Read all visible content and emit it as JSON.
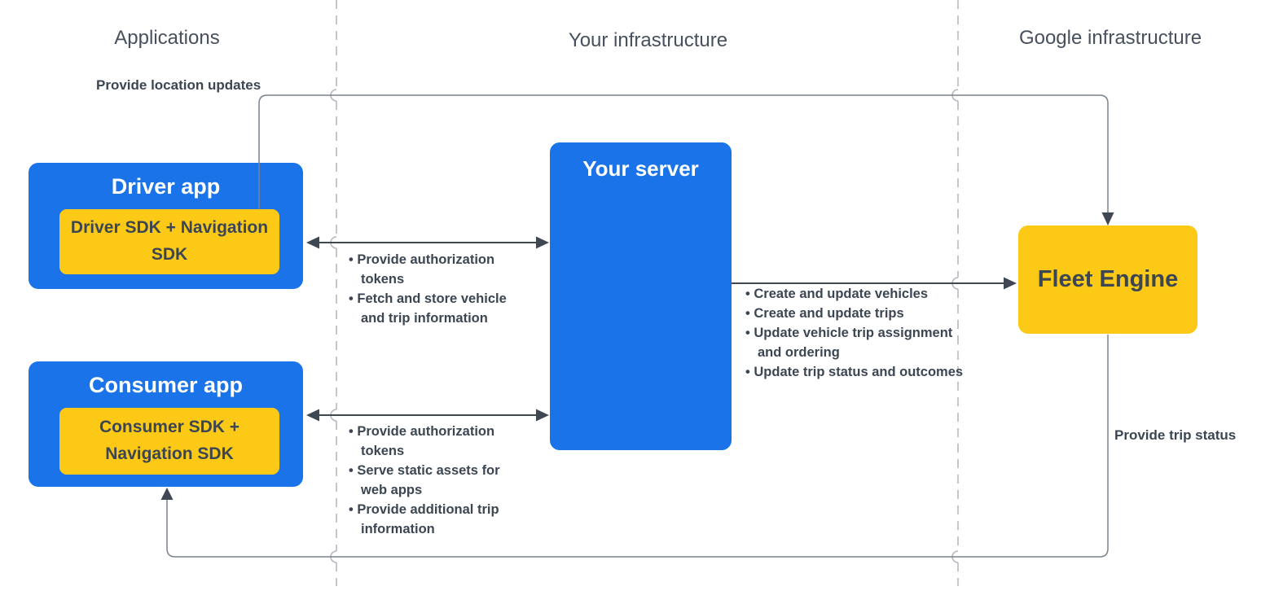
{
  "headers": {
    "applications": "Applications",
    "your_infrastructure": "Your infrastructure",
    "google_infrastructure": "Google infrastructure"
  },
  "boxes": {
    "driver_app": {
      "title": "Driver app",
      "sdk": "Driver SDK + Navigation SDK"
    },
    "consumer_app": {
      "title": "Consumer app",
      "sdk": "Consumer SDK + Navigation SDK"
    },
    "your_server": {
      "title": "Your server"
    },
    "fleet_engine": {
      "title": "Fleet Engine"
    }
  },
  "edges": {
    "location_updates": {
      "label": "Provide location updates",
      "from": "Driver SDK + Navigation SDK",
      "to": "Fleet Engine"
    },
    "driver_server": {
      "bullets": [
        "Provide authorization tokens",
        "Fetch and store vehicle and trip information"
      ],
      "direction": "bidirectional"
    },
    "consumer_server": {
      "bullets": [
        "Provide authorization tokens",
        "Serve static assets for web apps",
        "Provide additional trip information"
      ],
      "direction": "bidirectional"
    },
    "server_fleet": {
      "bullets": [
        "Create and update vehicles",
        "Create and update trips",
        "Update vehicle trip assignment and ordering",
        "Update trip status and outcomes"
      ],
      "direction": "to-fleet-engine"
    },
    "trip_status": {
      "label": "Provide trip status",
      "from": "Fleet Engine",
      "to": "Consumer app"
    }
  },
  "colors": {
    "blue": "#1a73e8",
    "yellow": "#fbc916",
    "arrow_dark": "#3f4752",
    "connector_gray": "#7a828c",
    "dashed_gray": "#b3b9c0",
    "text_dark": "#3c4653",
    "header_gray": "#47505e"
  }
}
